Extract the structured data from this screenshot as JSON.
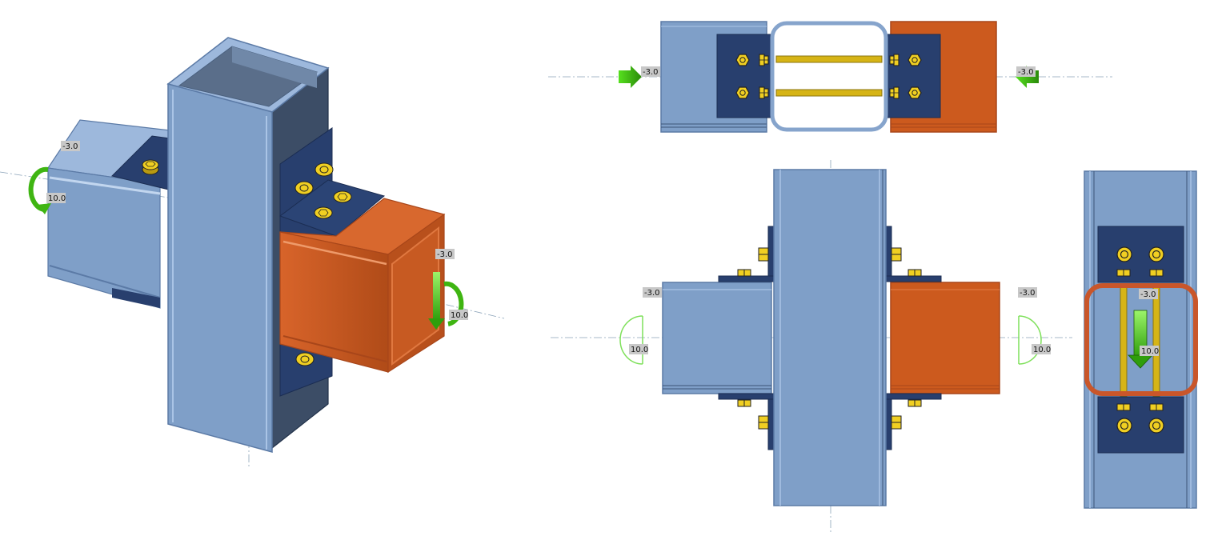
{
  "views": {
    "iso": {
      "labels": {
        "left_axial": "-3.0",
        "left_moment": "10.0",
        "right_axial": "-3.0",
        "right_moment": "10.0"
      }
    },
    "top": {
      "labels": {
        "left_axial": "-3.0",
        "right_axial": "-3.0"
      }
    },
    "front": {
      "labels": {
        "left_axial": "-3.0",
        "left_moment": "10.0",
        "right_axial": "-3.0",
        "right_moment": "10.0"
      }
    },
    "side": {
      "labels": {
        "axial": "-3.0",
        "moment": "10.0"
      }
    }
  },
  "colors": {
    "column_blue": "#7f9fc8",
    "column_edge": "#aac4e6",
    "column_dark": "#5b7aa6",
    "plate_navy": "#283f6e",
    "beam_orange": "#cc5a1e",
    "beam_orange_dark": "#a8461a",
    "bolt_gold": "#e6c21a",
    "load_green": "#4ed51c"
  }
}
